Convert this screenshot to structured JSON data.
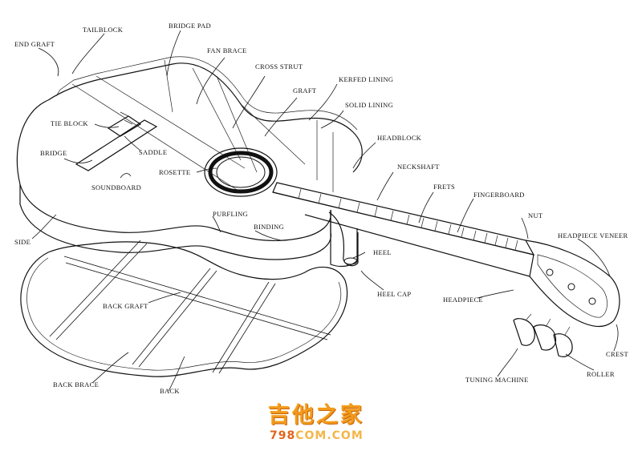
{
  "labels": {
    "end_graft": "END GRAFT",
    "tailblock": "TAILBLOCK",
    "bridge_pad": "BRIDGE PAD",
    "fan_brace": "FAN BRACE",
    "cross_strut": "CROSS STRUT",
    "graft": "GRAFT",
    "kerfed_lining": "KERFED LINING",
    "solid_lining": "SOLID LINING",
    "tie_block": "TIE BLOCK",
    "headblock": "HEADBLOCK",
    "bridge": "BRIDGE",
    "saddle": "SADDLE",
    "neckshaft": "NECKSHAFT",
    "rosette": "ROSETTE",
    "frets": "FRETS",
    "soundboard": "SOUNDBOARD",
    "fingerboard": "FINGERBOARD",
    "purfling": "PURFLING",
    "nut": "NUT",
    "binding": "BINDING",
    "headpiece_veneer": "HEADPIECE VENEER",
    "side": "SIDE",
    "heel": "HEEL",
    "heel_cap": "HEEL CAP",
    "headpiece": "HEADPIECE",
    "back_graft": "BACK GRAFT",
    "crest": "CREST",
    "roller": "ROLLER",
    "tuning_machine": "TUNING MACHINE",
    "back_brace": "BACK BRACE",
    "back": "BACK"
  },
  "watermark": {
    "chinese": "吉他之家",
    "url_prefix": "798",
    "url_suffix": "COM.COM"
  }
}
